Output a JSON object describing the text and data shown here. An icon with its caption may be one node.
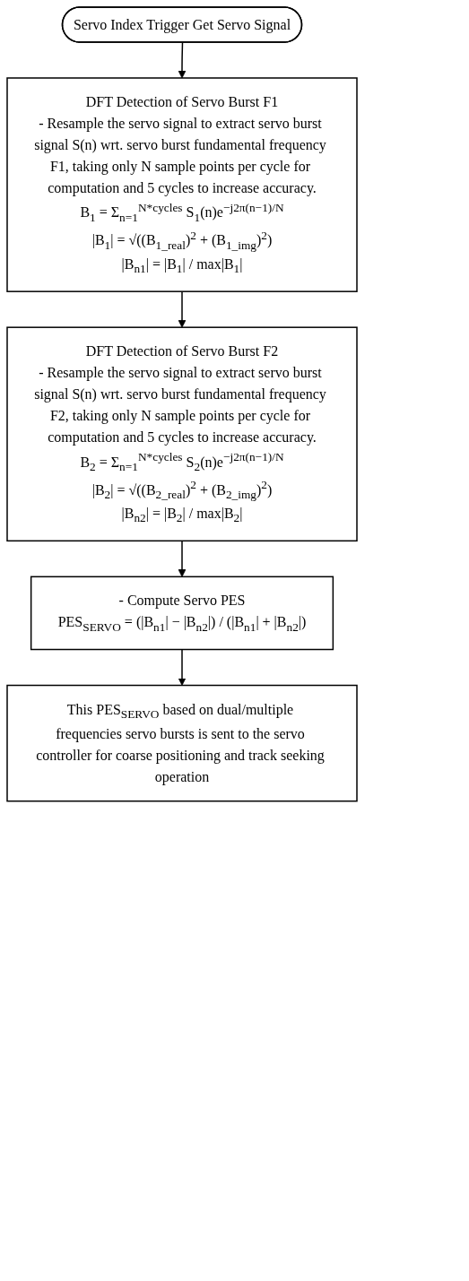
{
  "diagram": {
    "nodes": [
      {
        "text": [
          "Servo Index Trigger Get Servo Signal"
        ]
      },
      {
        "text": [
          "DFT Detection of Servo Burst F1",
          "- Resample the servo signal to extract servo burst signal S(n) wrt. servo burst fundamental frequency F1, taking only N sample points per cycle for computation and 5 cycles to increase accuracy.",
          "B$_{1}$ = Σ$_{n=1}$$^{N*cycles}$ S$_{1}$(n)e$^{−j2π(n−1)/N}$",
          "|B$_{1}$| = √((B$_{1_real}$)$^{2}$ + (B$_{1_img}$)$^{2}$)",
          "|B$_{n1}$| = |B$_{1}$| / max|B$_{1}$|"
        ]
      },
      {
        "text": [
          "DFT Detection of Servo Burst F2",
          "- Resample the servo signal to extract servo burst signal S(n) wrt. servo burst fundamental frequency F2, taking only N sample points per cycle for computation and 5 cycles to increase accuracy.",
          "B$_{2}$ = Σ$_{n=1}$$^{N*cycles}$ S$_{2}$(n)e$^{−j2π(n−1)/N}$",
          "|B$_{2}$| = √((B$_{2_real}$)$^{2}$ + (B$_{2_img}$)$^{2}$)",
          "|B$_{n2}$| = |B$_{2}$| / max|B$_{2}$|"
        ]
      },
      {
        "text": [
          "- Compute Servo PES",
          "PES$_{SERVO}$ = (|B$_{n1}$| − |B$_{n2}$|) / (|B$_{n1}$| + |B$_{n2}$|)"
        ]
      },
      {
        "text": [
          "This PES$_{SERVO}$ based on dual/multiple frequencies servo bursts is sent to the servo controller for coarse positioning and track seeking operation"
        ]
      }
    ],
    "edges": [
      {
        "from": 0,
        "to": 1,
        "arrow": "to"
      },
      {
        "from": 1,
        "to": 2,
        "arrow": "to"
      },
      {
        "from": 2,
        "to": 3,
        "arrow": "to"
      },
      {
        "from": 3,
        "to": 4,
        "arrow": "to"
      }
    ]
  }
}
